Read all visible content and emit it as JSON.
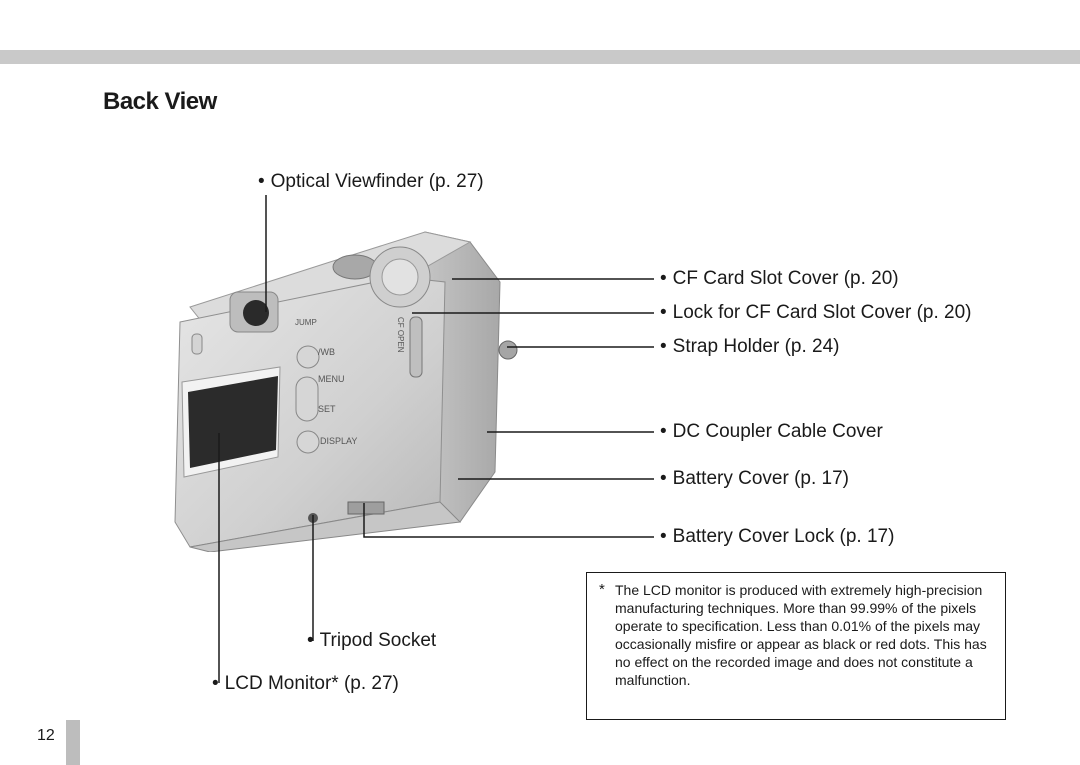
{
  "section_title": "Back View",
  "labels": {
    "optical_viewfinder": "Optical Viewfinder (p. 27)",
    "cf_card_slot_cover": "CF Card Slot Cover (p. 20)",
    "lock_cf_card_slot_cover": "Lock for CF Card Slot Cover (p. 20)",
    "strap_holder": "Strap Holder (p. 24)",
    "dc_coupler_cable_cover": "DC Coupler Cable Cover",
    "battery_cover": "Battery Cover (p. 17)",
    "battery_cover_lock": "Battery Cover Lock (p. 17)",
    "tripod_socket": "Tripod Socket",
    "lcd_monitor": "LCD Monitor* (p. 27)"
  },
  "bullet": "•",
  "camera_text": {
    "jump": "JUMP",
    "wb": "/WB",
    "menu": "MENU",
    "set": "SET",
    "display": "DISPLAY",
    "cf_open": "CF OPEN"
  },
  "note": {
    "star": "*",
    "text": "The LCD monitor is produced with extremely high-precision manufacturing techniques. More than 99.99% of the pixels operate to specification. Less than 0.01% of the pixels may occasionally misfire or appear as black or red dots. This has no effect on the recorded image and does not constitute a malfunction."
  },
  "page_number": "12"
}
